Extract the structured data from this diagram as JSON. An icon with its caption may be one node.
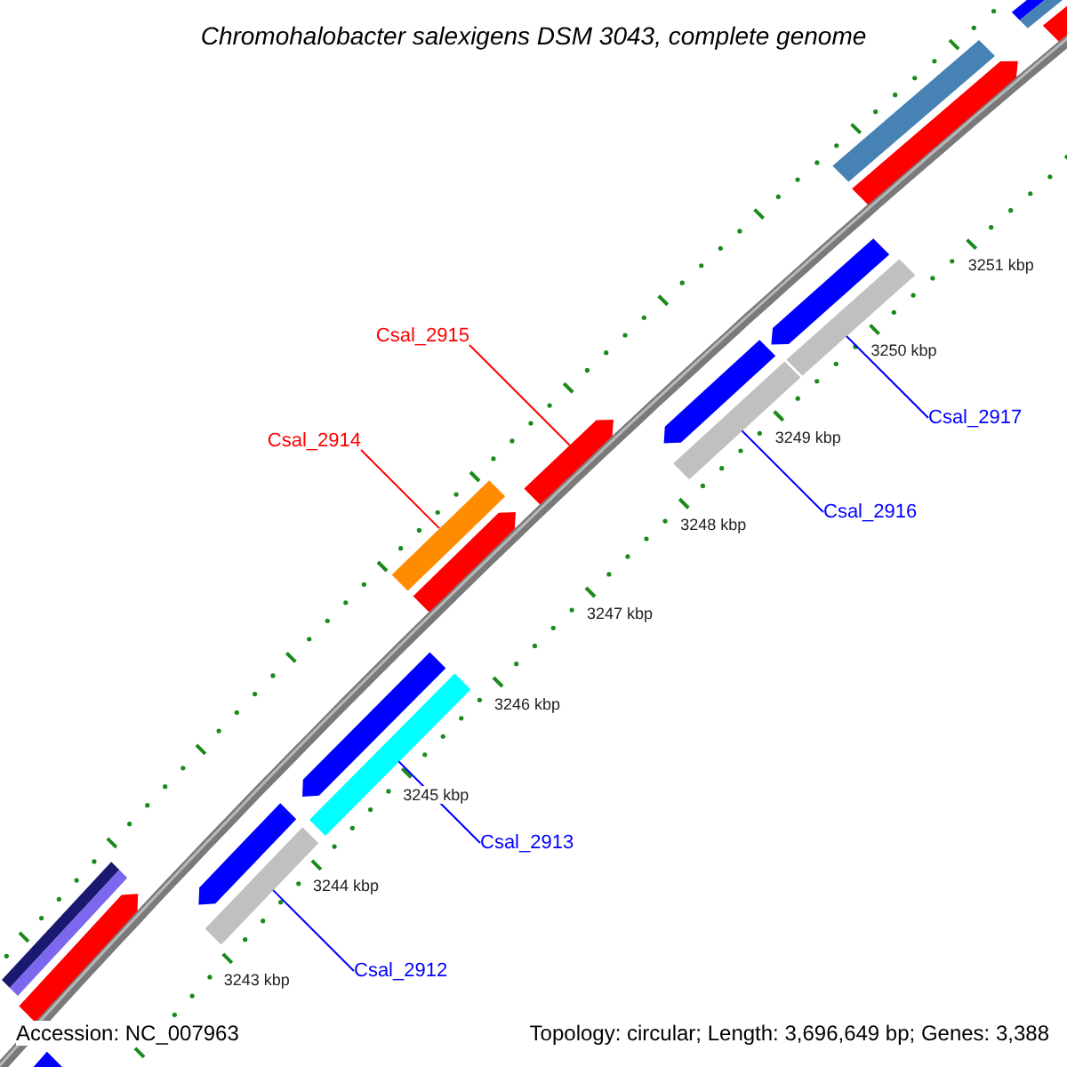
{
  "diagram": {
    "title": "Chromohalobacter salexigens DSM 3043, complete genome",
    "nodes": [
      {
        "text": [
          "Csal_2915"
        ]
      },
      {
        "text": [
          "Csal_2917"
        ]
      },
      {
        "text": [
          "Csal_2914"
        ]
      },
      {
        "text": [
          "Csal_2916"
        ]
      },
      {
        "text": [
          "Csal_2913"
        ]
      },
      {
        "text": [
          "Csal_2912"
        ]
      },
      {
        "text": [],
        "shape": "bar"
      },
      {
        "text": [],
        "shape": "bar"
      },
      {
        "text": [],
        "shape": "arrow"
      },
      {
        "text": [],
        "shape": "bar"
      },
      {
        "text": [],
        "shape": "bar"
      },
      {
        "text": [],
        "shape": "arrow"
      },
      {
        "text": [],
        "shape": "bar"
      },
      {
        "text": [],
        "shape": "arrow"
      },
      {
        "text": [],
        "shape": "arrow"
      },
      {
        "text": [],
        "shape": "bar"
      },
      {
        "text": [],
        "shape": "arrow"
      },
      {
        "text": [],
        "shape": "arrow"
      },
      {
        "text": [],
        "shape": "bar"
      },
      {
        "text": [],
        "shape": "arrow"
      },
      {
        "text": [],
        "shape": "bar"
      },
      {
        "text": [],
        "shape": "bar"
      },
      {
        "text": [],
        "shape": "arrow"
      },
      {
        "text": [],
        "shape": "bar"
      }
    ],
    "edges": [
      {
        "from": 0,
        "to": 14,
        "arrow": "none",
        "color": "#ff0000"
      },
      {
        "from": 1,
        "to": 10,
        "arrow": "none"
      },
      {
        "from": 2,
        "to": 15,
        "arrow": "none",
        "color": "#ff0000"
      },
      {
        "from": 3,
        "to": 12,
        "arrow": "none"
      },
      {
        "from": 4,
        "to": 18,
        "arrow": "none"
      },
      {
        "from": 5,
        "to": 20,
        "arrow": "none"
      }
    ],
    "labels": [
      "3251 kbp",
      "3250 kbp",
      "3249 kbp",
      "3248 kbp",
      "3247 kbp",
      "3246 kbp",
      "3245 kbp",
      "3244 kbp",
      "3243 kbp",
      "Accession: NC_007963",
      "Topology: circular; Length: 3,696,649 bp; Genes: 3,388"
    ]
  }
}
